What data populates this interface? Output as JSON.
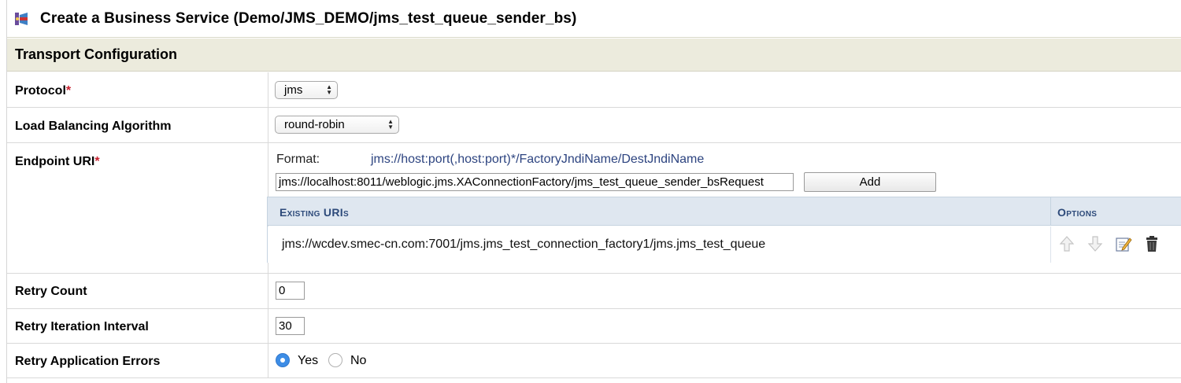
{
  "title": "Create a Business Service (Demo/JMS_DEMO/jms_test_queue_sender_bs)",
  "section": "Transport Configuration",
  "protocol": {
    "label": "Protocol",
    "required": "*",
    "value": "jms"
  },
  "load_balancing": {
    "label": "Load Balancing Algorithm",
    "value": "round-robin"
  },
  "endpoint": {
    "label": "Endpoint URI",
    "required": "*",
    "format_label": "Format:",
    "format_value": "jms://host:port(,host:port)*/FactoryJndiName/DestJndiName",
    "input_value": "jms://localhost:8011/weblogic.jms.XAConnectionFactory/jms_test_queue_sender_bsRequest",
    "add_label": "Add",
    "table": {
      "col_uris": "Existing URIs",
      "col_options": "Options",
      "rows": [
        {
          "uri": "jms://wcdev.smec-cn.com:7001/jms.jms_test_connection_factory1/jms.jms_test_queue"
        }
      ]
    }
  },
  "retry_count": {
    "label": "Retry Count",
    "value": "0"
  },
  "retry_interval": {
    "label": "Retry Iteration Interval",
    "value": "30"
  },
  "retry_app_errors": {
    "label": "Retry Application Errors",
    "yes": "Yes",
    "no": "No",
    "selected": "Yes"
  },
  "icons": {
    "title": "business-service-icon",
    "move_up": "arrow-up-icon",
    "move_down": "arrow-down-icon",
    "edit": "edit-icon",
    "delete": "trash-icon"
  },
  "colors": {
    "required": "#c8202f",
    "section_bg": "#ecebdd",
    "table_header_bg": "#dfe7f0",
    "link_blue": "#2d4480",
    "radio_on": "#3d8de6"
  }
}
